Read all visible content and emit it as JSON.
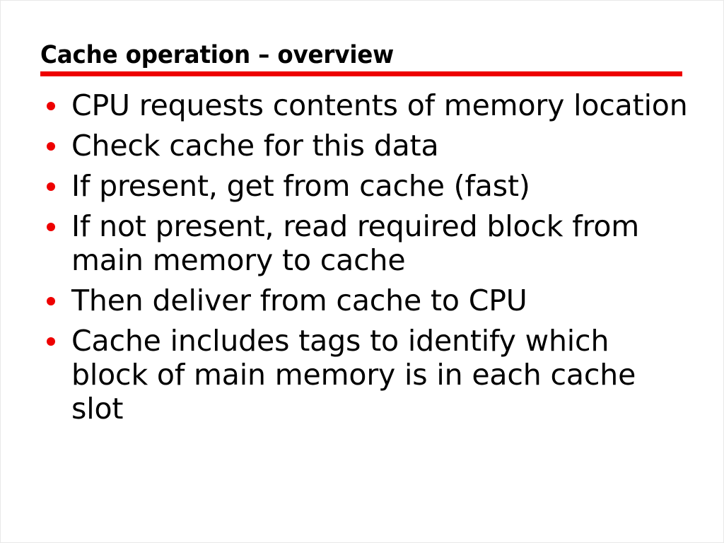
{
  "slide": {
    "title": "Cache operation – overview",
    "accent_color": "#ee0000",
    "background_color": "#ffffff",
    "text_color": "#000000",
    "bullet_marker": "round-red-dot",
    "bullets": [
      {
        "text": "CPU requests contents of memory location",
        "wrap": "w1"
      },
      {
        "text": "Check cache for this data",
        "wrap": "w1"
      },
      {
        "text": "If present, get from cache (fast)",
        "wrap": "w1"
      },
      {
        "text": "If not present, read required block from main memory to cache",
        "wrap": "w2"
      },
      {
        "text": "Then deliver from cache to CPU",
        "wrap": "w1"
      },
      {
        "text": "Cache includes tags to identify which block of main memory is in each cache slot",
        "wrap": "w3"
      }
    ]
  }
}
